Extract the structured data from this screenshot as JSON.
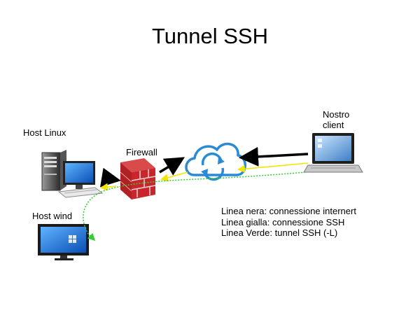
{
  "title": "Tunnel SSH",
  "nodes": {
    "host_linux": "Host Linux",
    "host_wind": "Host wind",
    "firewall": "Firewall",
    "client_line1": "Nostro",
    "client_line2": "client"
  },
  "legend": {
    "black": "Linea nera: connessione internert",
    "yellow": "Linea gialla: connessione SSH",
    "green": "Linea Verde: tunnel SSH (-L)"
  },
  "colors": {
    "black_line": "#000000",
    "yellow_line": "#f3e600",
    "green_line": "#33cc33",
    "cloud_blue": "#2a8ad4",
    "firewall_red": "#c0262b"
  },
  "icons": [
    "server-icon",
    "monitor-icon",
    "firewall-icon",
    "cloud-icon",
    "laptop-icon"
  ]
}
